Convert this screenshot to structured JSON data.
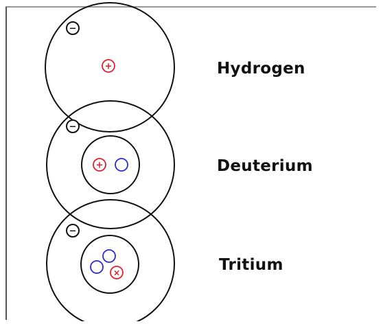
{
  "colors": {
    "line": "#111111",
    "proton": "#e0202a",
    "neutron": "#2a2ad8",
    "background": "#ffffff"
  },
  "isotopes": [
    {
      "name": "Hydrogen",
      "proton_symbol": "+",
      "electron_symbol": "−",
      "protons": 1,
      "neutrons": 0
    },
    {
      "name": "Deuterium",
      "proton_symbol": "+",
      "electron_symbol": "−",
      "protons": 1,
      "neutrons": 1
    },
    {
      "name": "Tritium",
      "proton_symbol": "×",
      "electron_symbol": "−",
      "protons": 1,
      "neutrons": 2
    }
  ]
}
